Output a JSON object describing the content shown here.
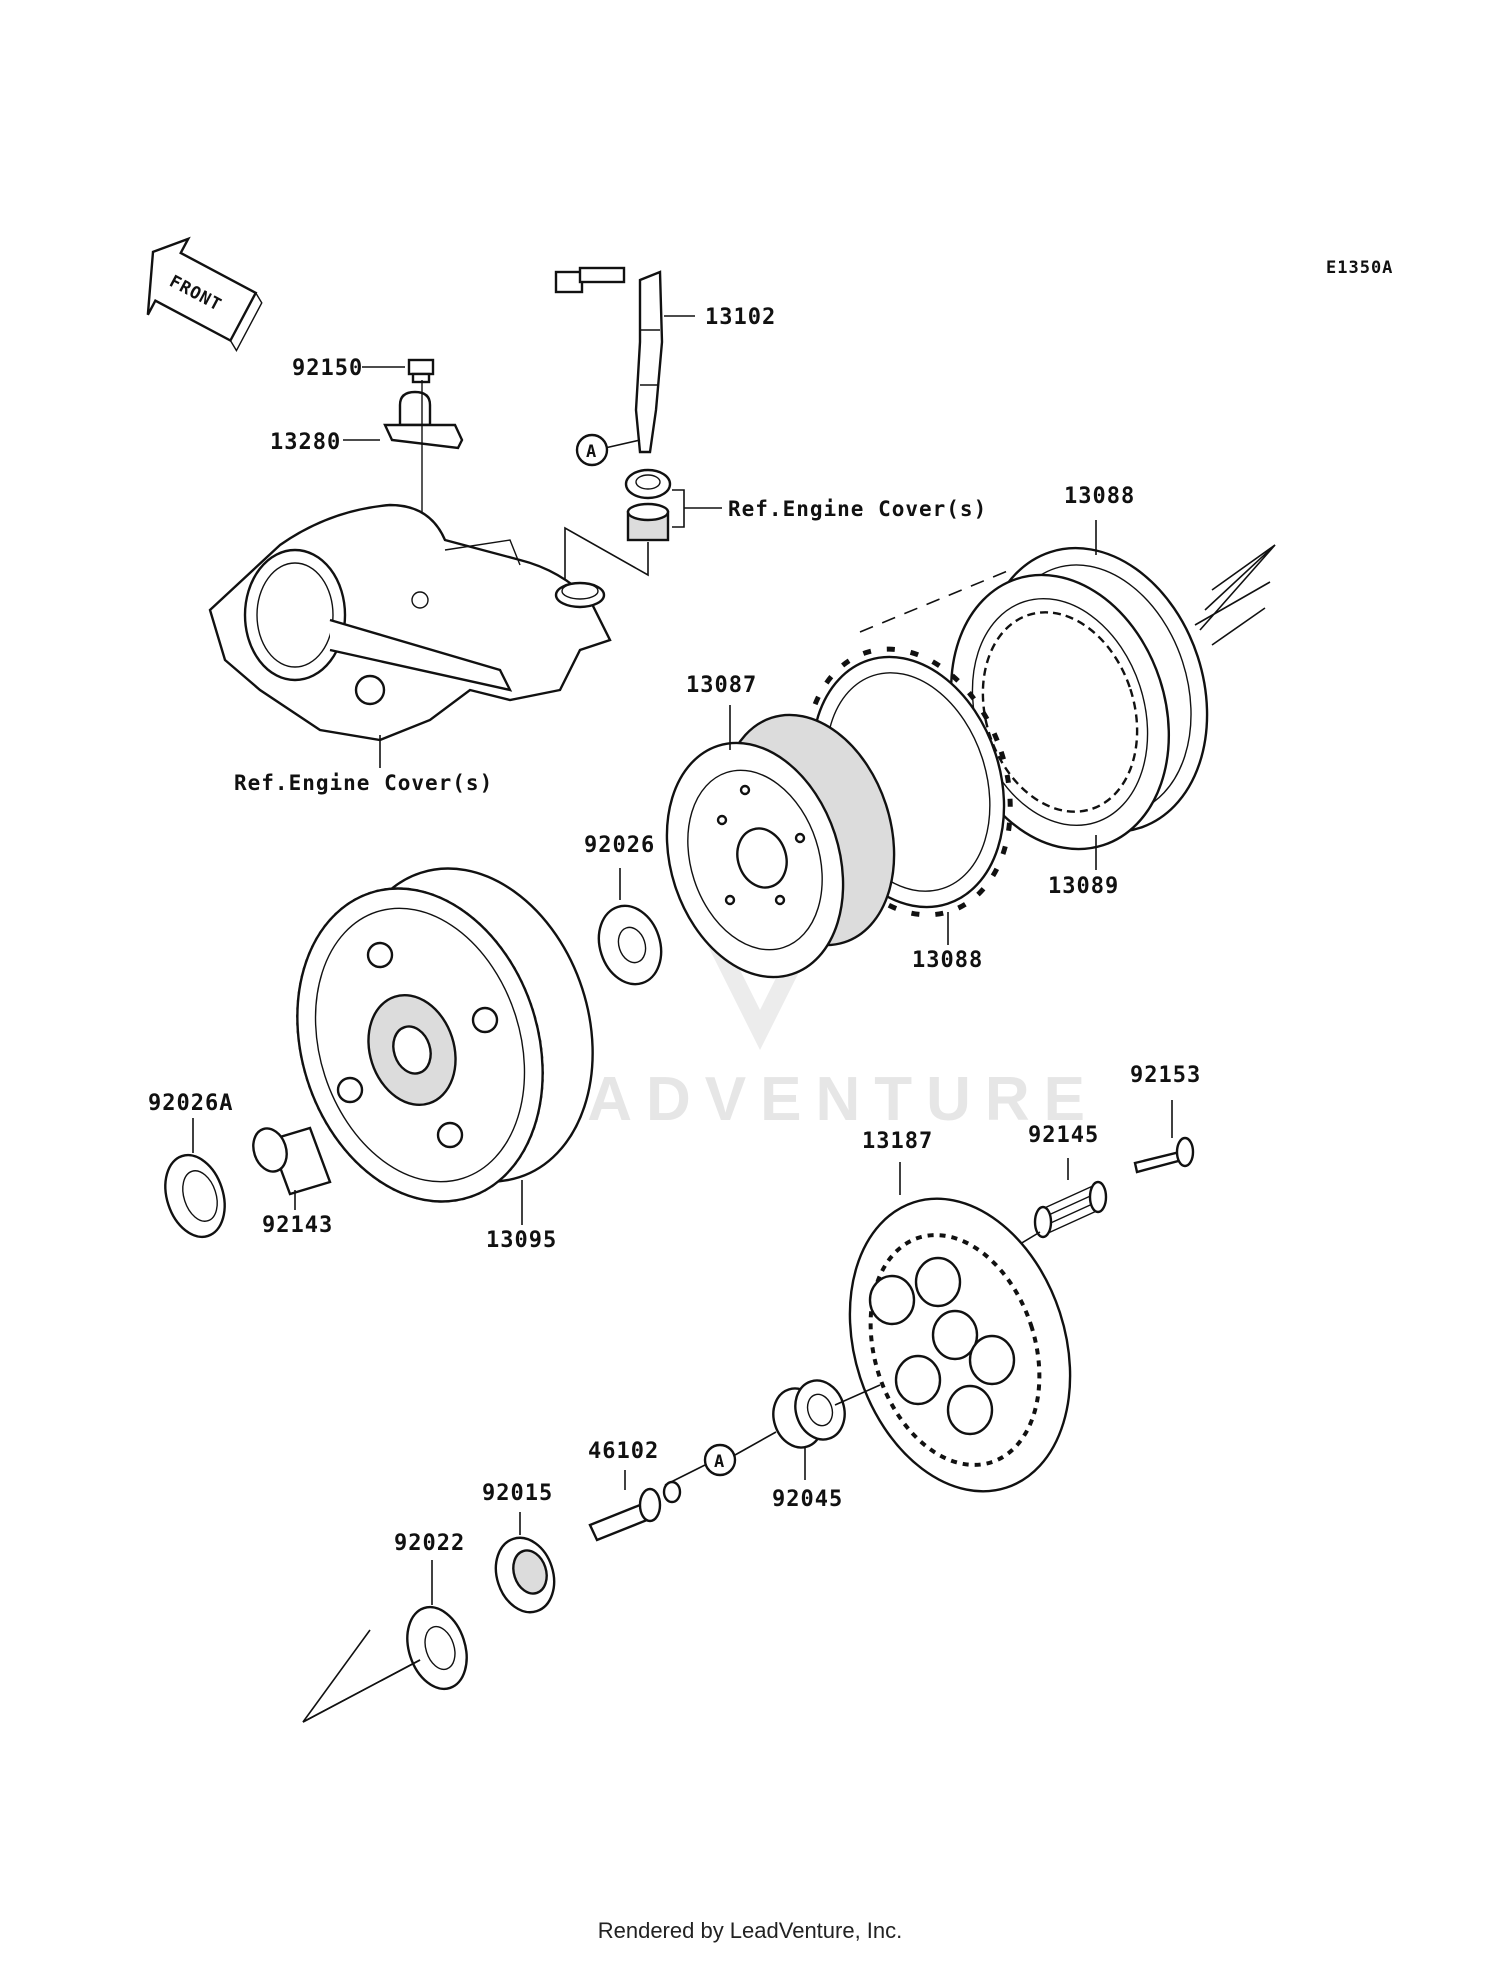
{
  "diagram_code": "E1350A",
  "front_arrow": "FRONT",
  "watermark": "LEADVENTURE",
  "footer": "Rendered by LeadVenture, Inc.",
  "callout_marker": "A",
  "part_labels": {
    "p92150": "92150",
    "p13280": "13280",
    "p13102": "13102",
    "p13088_top": "13088",
    "p13087": "13087",
    "p92026": "92026",
    "p13089": "13089",
    "p13088_bottom": "13088",
    "p92026A": "92026A",
    "p92143": "92143",
    "p13095": "13095",
    "p92153": "92153",
    "p92145": "92145",
    "p13187": "13187",
    "p46102": "46102",
    "p92015": "92015",
    "p92022": "92022",
    "p92045": "92045"
  },
  "ref_labels": {
    "engine_cover_upper": "Ref.Engine Cover(s)",
    "engine_cover_lower": "Ref.Engine Cover(s)"
  }
}
